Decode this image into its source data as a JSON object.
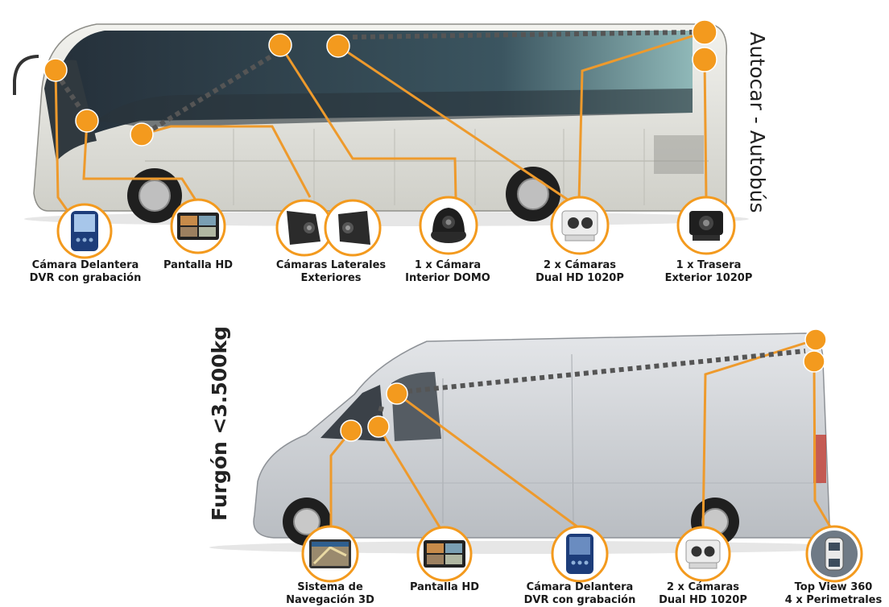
{
  "colors": {
    "accent": "#f39a1e",
    "line": "#ee9a2c",
    "dotted": "#555555",
    "bus_body": "#dcdcd6",
    "bus_glass": "#2f3a44",
    "van_body": "#c9ccd0"
  },
  "bus": {
    "title": "Autocar - Autobús",
    "items": [
      {
        "icon": "dvr-dashcam-icon",
        "line1": "Cámara Delantera",
        "line2": "DVR con grabación"
      },
      {
        "icon": "hd-monitor-icon",
        "line1": "Pantalla HD",
        "line2": ""
      },
      {
        "icon": "side-cameras-icon",
        "line1": "Cámaras Laterales",
        "line2": "Exteriores"
      },
      {
        "icon": "dome-camera-icon",
        "line1": "1 x Cámara",
        "line2": "Interior DOMO"
      },
      {
        "icon": "dual-camera-icon",
        "line1": "2 x Cámaras",
        "line2": "Dual HD 1020P"
      },
      {
        "icon": "rear-camera-icon",
        "line1": "1 x Trasera",
        "line2": "Exterior 1020P"
      }
    ]
  },
  "van": {
    "title": "Furgón <3.500kg",
    "items": [
      {
        "icon": "navigation-screen-icon",
        "line1": "Sistema de",
        "line2": "Navegación 3D"
      },
      {
        "icon": "hd-monitor-icon",
        "line1": "Pantalla HD",
        "line2": ""
      },
      {
        "icon": "dvr-dashcam-icon",
        "line1": "Cámara Delantera",
        "line2": "DVR con grabación"
      },
      {
        "icon": "dual-camera-icon",
        "line1": "2 x Cámaras",
        "line2": "Dual HD 1020P"
      },
      {
        "icon": "top-view-360-icon",
        "line1": "Top View 360",
        "line2": "4 x Perimetrales"
      }
    ]
  }
}
